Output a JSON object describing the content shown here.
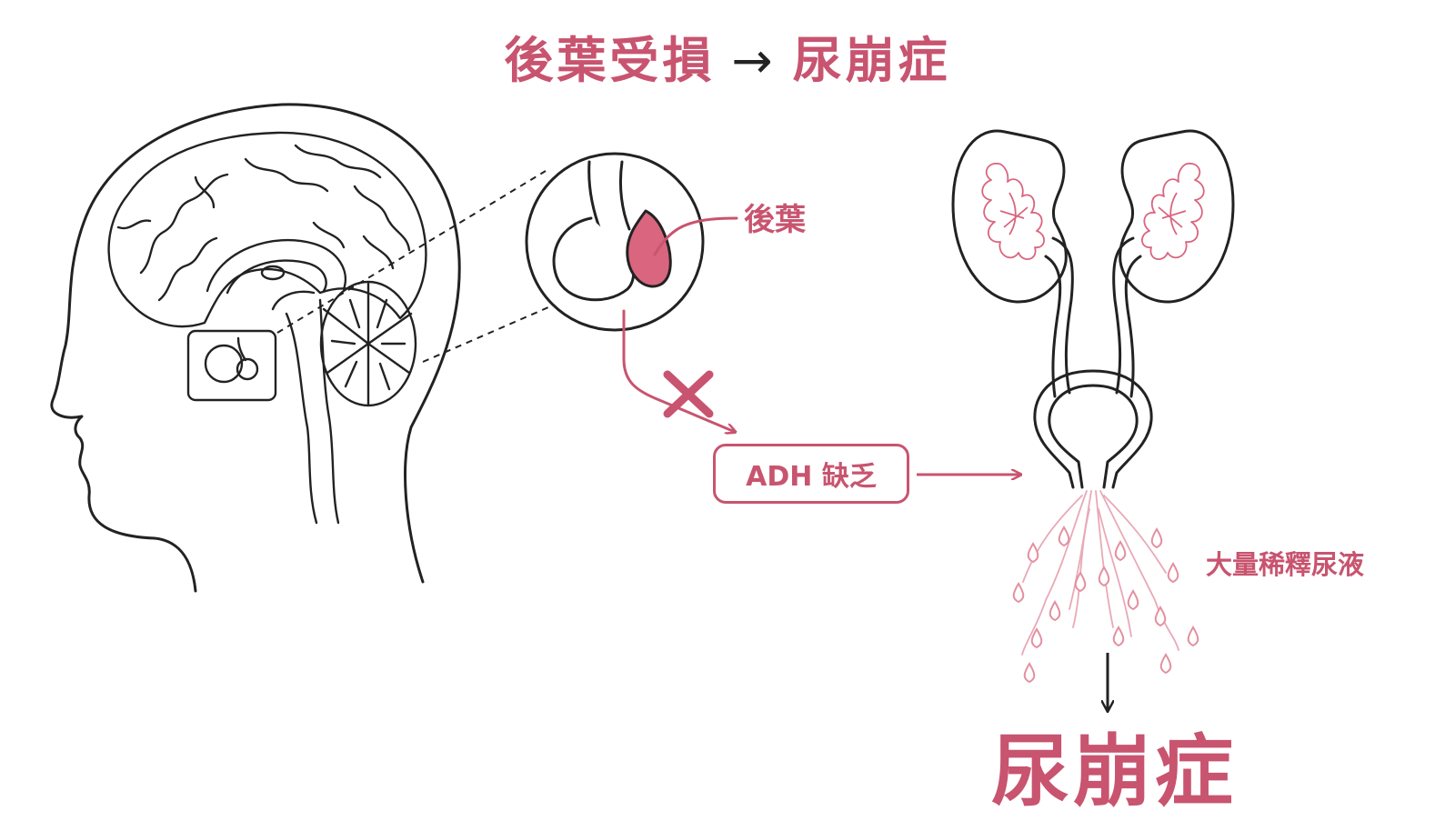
{
  "title": {
    "cause": "後葉受損",
    "arrow": "→",
    "result": "尿崩症"
  },
  "labels": {
    "posterior_lobe": "後葉",
    "adh": "ADH 缺乏",
    "urine": "大量稀釋尿液",
    "condition": "尿崩症"
  },
  "colors": {
    "accent": "#c8546f",
    "line": "#222222",
    "lobe_fill": "#d9657f"
  },
  "icons": {
    "blocked": "cross-icon",
    "flow": "arrow-icon"
  }
}
